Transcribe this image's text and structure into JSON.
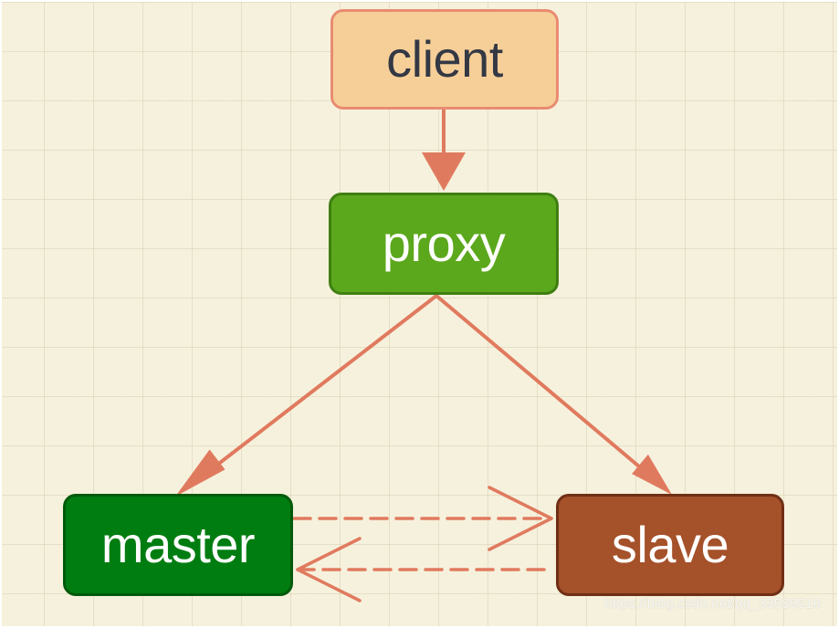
{
  "diagram": {
    "nodes": {
      "client": "client",
      "proxy": "proxy",
      "master": "master",
      "slave": "slave"
    },
    "edges": [
      {
        "from": "client",
        "to": "proxy",
        "style": "solid"
      },
      {
        "from": "proxy",
        "to": "master",
        "style": "solid"
      },
      {
        "from": "proxy",
        "to": "slave",
        "style": "solid"
      },
      {
        "from": "master",
        "to": "slave",
        "style": "dashed"
      },
      {
        "from": "slave",
        "to": "master",
        "style": "dashed"
      }
    ]
  },
  "colors": {
    "background": "#f6f1dc",
    "edge": "#e07a5f",
    "client_fill": "#f6cf98",
    "proxy_fill": "#5ca81c",
    "master_fill": "#007d10",
    "slave_fill": "#a5512a"
  },
  "watermark": "https://blog.csdn.net/qq_33589510"
}
